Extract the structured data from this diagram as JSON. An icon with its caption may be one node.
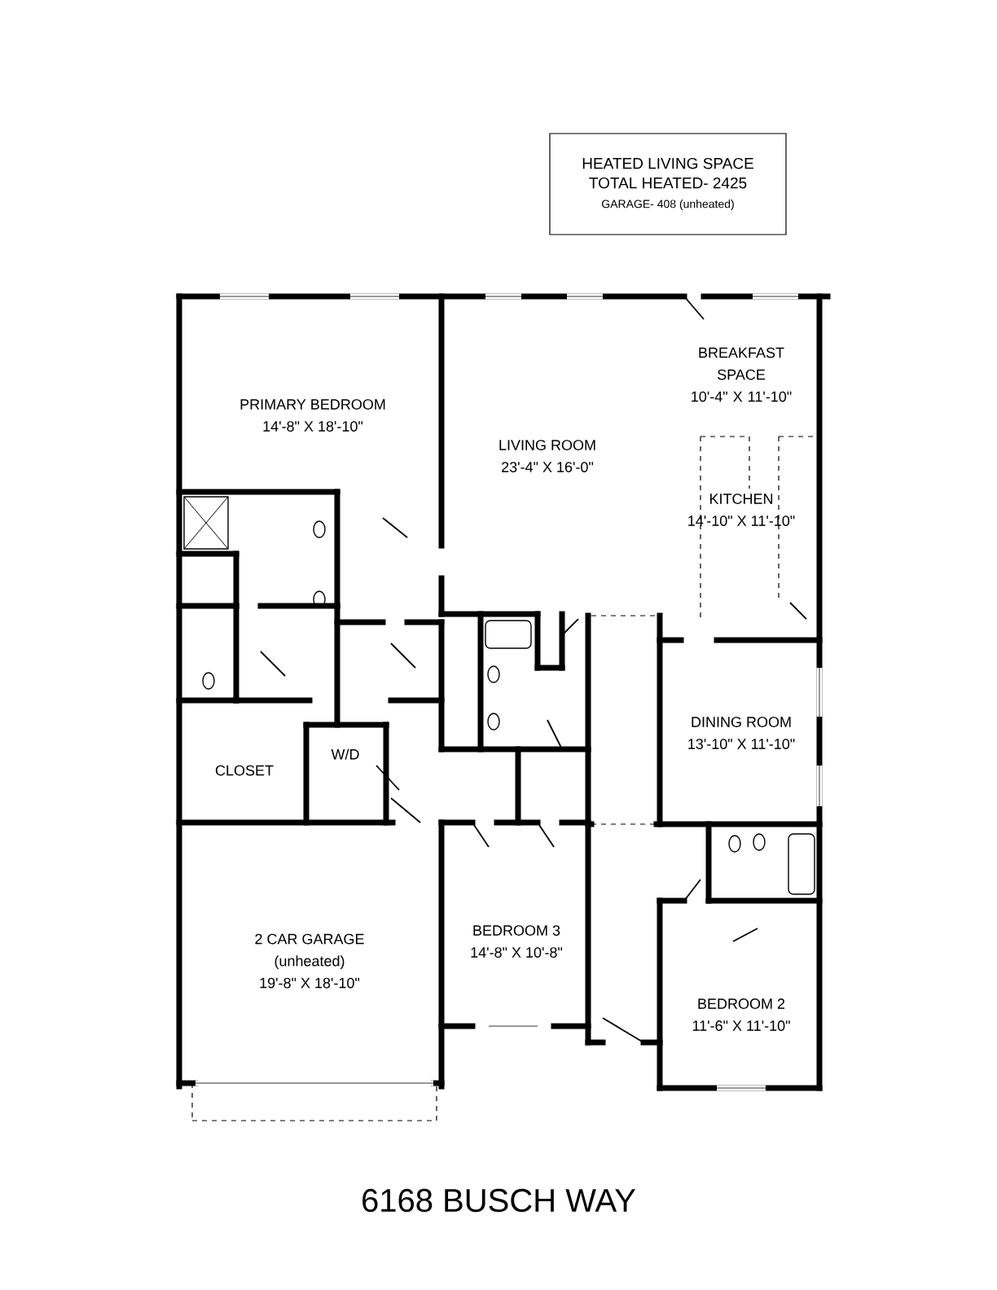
{
  "diagram": {
    "title": "6168 BUSCH WAY",
    "nodes": [
      {
        "text": [
          "HEATED LIVING SPACE",
          "TOTAL HEATED- 2425",
          "GARAGE- 408 (unheated)"
        ]
      },
      {
        "text": [
          "PRIMARY BEDROOM",
          "14'-8\" X 18'-10\""
        ]
      },
      {
        "text": [
          "LIVING ROOM",
          "23'-4\" X 16'-0\""
        ]
      },
      {
        "text": [
          "BREAKFAST SPACE",
          "10'-4\" X 11'-10\""
        ]
      },
      {
        "text": [
          "KITCHEN",
          "14'-10\" X 11'-10\""
        ]
      },
      {
        "text": [
          "CLOSET"
        ]
      },
      {
        "text": [
          "W/D"
        ]
      },
      {
        "text": [
          "DINING ROOM",
          "13'-10\" X 11'-10\""
        ]
      },
      {
        "text": [
          "BEDROOM 3",
          "14'-8\" X 10'-8\""
        ]
      },
      {
        "text": [
          "2 CAR GARAGE",
          "(unheated)",
          "19'-8\" X 18'-10\""
        ]
      },
      {
        "text": [
          "BEDROOM 2",
          "11'-6\" X 11'-10\""
        ]
      }
    ]
  }
}
